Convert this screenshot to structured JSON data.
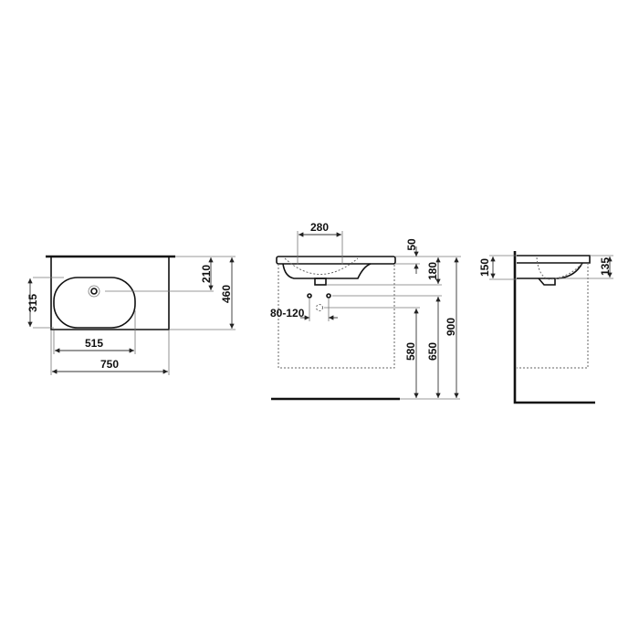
{
  "top_view": {
    "dim_basin_depth": "315",
    "dim_tap_offset": "210",
    "dim_overall_depth": "460",
    "dim_basin_width": "515",
    "dim_overall_width": "750"
  },
  "front_view": {
    "dim_tap_spacing": "280",
    "dim_rim": "50",
    "dim_bowl_height": "180",
    "dim_pipe_spacing": "80-120",
    "dim_drain_height": "580",
    "dim_supply_height": "650",
    "dim_top_height": "900"
  },
  "side_view": {
    "dim_height_wall": "150",
    "dim_height_front": "135"
  },
  "colors": {
    "line": "#111111",
    "dim": "#333333"
  }
}
